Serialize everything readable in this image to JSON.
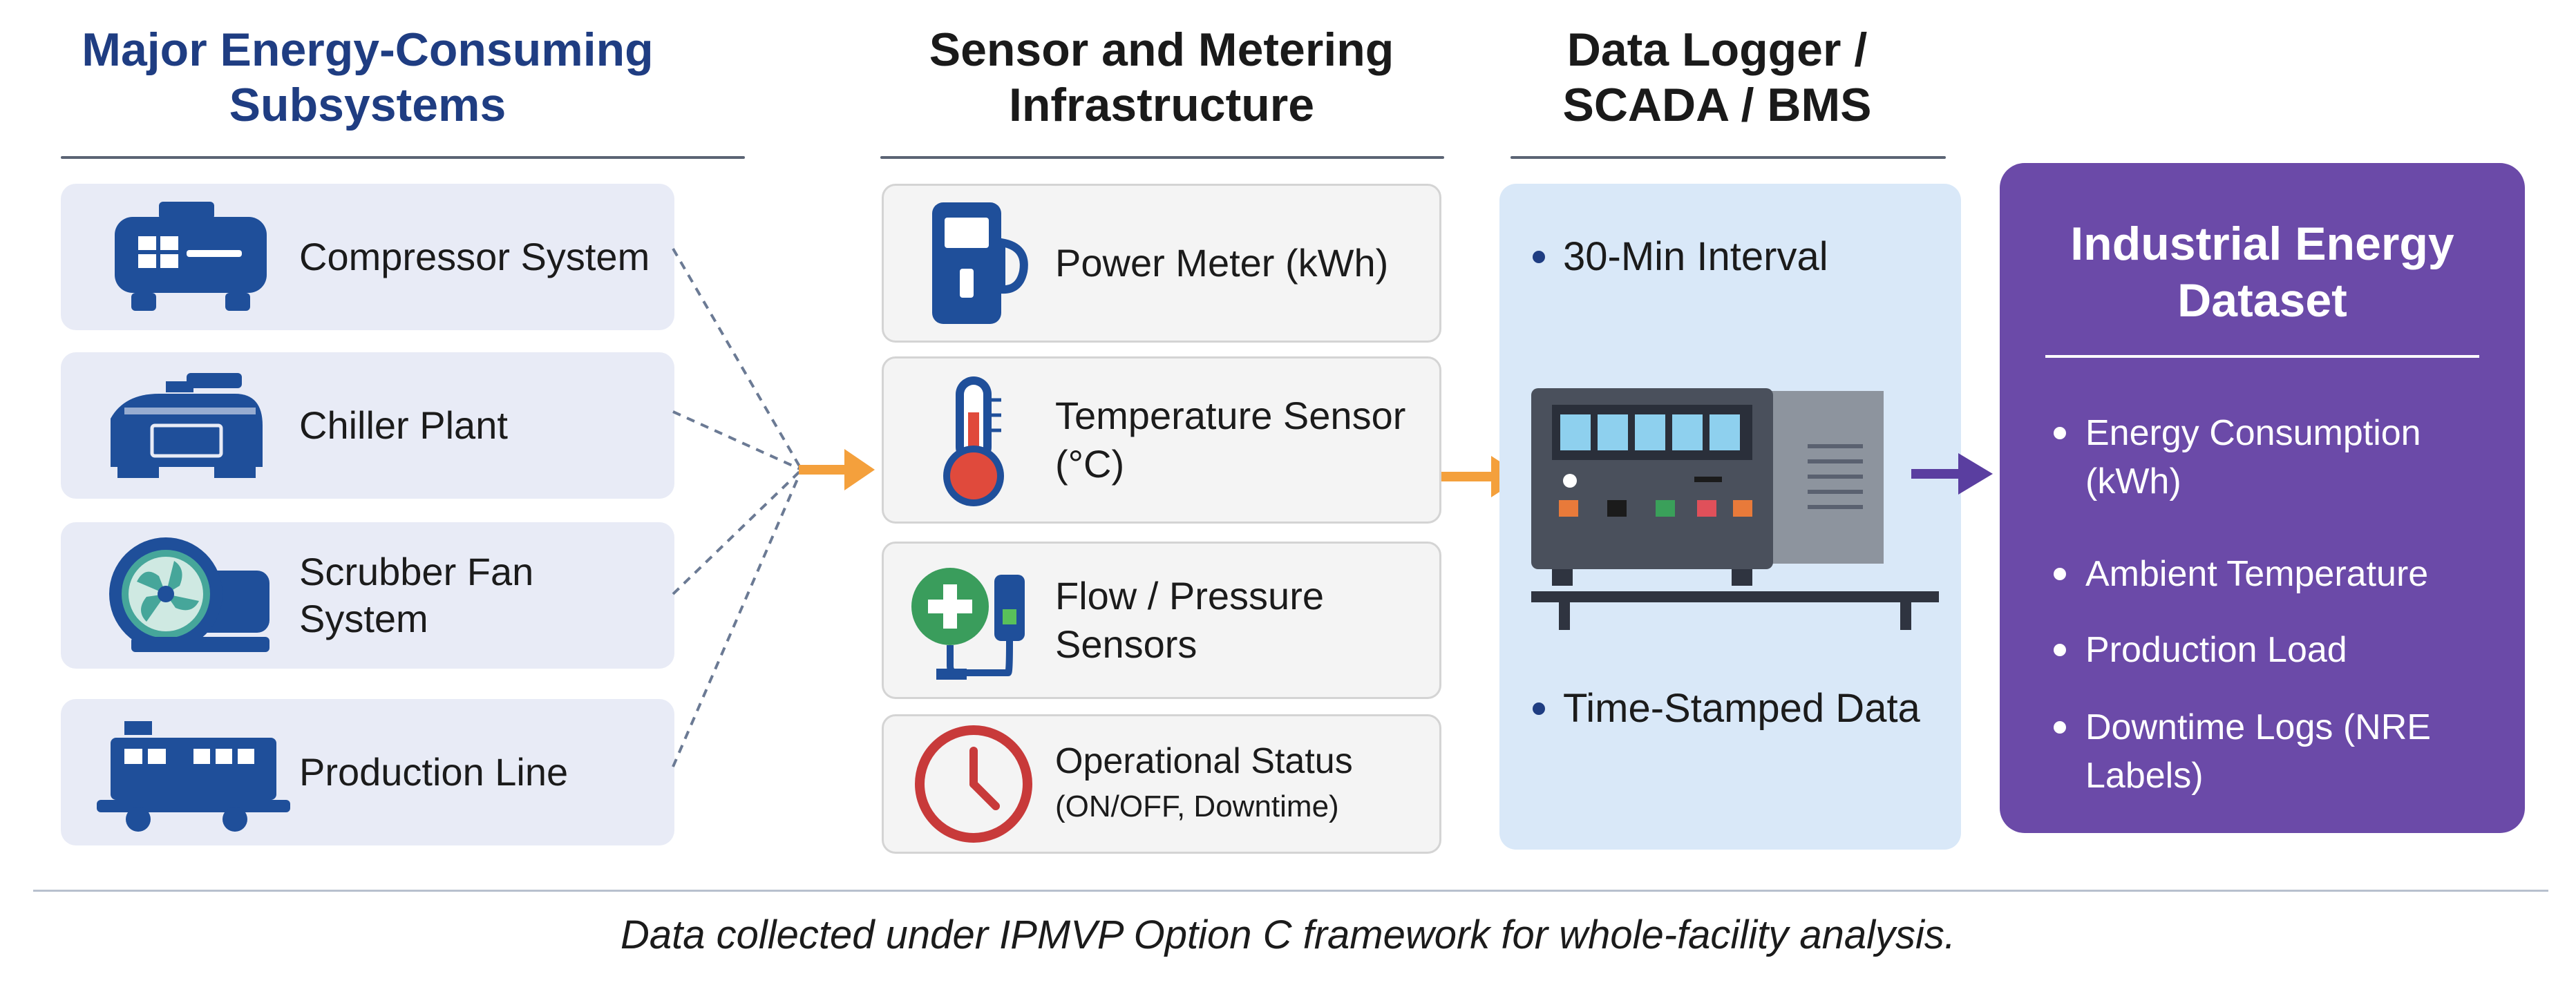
{
  "columns": {
    "subsystems_title": "Major Energy-Consuming Subsystems",
    "sensors_title": "Sensor and Metering Infrastructure",
    "logger_title": "Data Logger / SCADA / BMS"
  },
  "subsystems": [
    {
      "label": "Compressor System",
      "icon": "compressor-icon"
    },
    {
      "label": "Chiller Plant",
      "icon": "chiller-icon"
    },
    {
      "label": "Scrubber Fan System",
      "icon": "fan-icon"
    },
    {
      "label": "Production Line",
      "icon": "production-line-icon"
    }
  ],
  "sensors": [
    {
      "label": "Power Meter (kWh)",
      "icon": "power-meter-icon"
    },
    {
      "label": "Temperature Sensor (°C)",
      "icon": "thermometer-icon"
    },
    {
      "label": "Flow / Pressure Sensors",
      "icon": "flow-pressure-icon"
    },
    {
      "label_line1": "Operational Status",
      "label_line2": "(ON/OFF, Downtime)",
      "icon": "clock-icon"
    }
  ],
  "logger": {
    "interval": "30-Min Interval",
    "timestamp": "Time-Stamped Data",
    "icon": "data-logger-device-icon"
  },
  "dataset": {
    "title": "Industrial Energy Dataset",
    "items": [
      "Energy Consumption (kWh)",
      "Ambient Temperature",
      "Production Load",
      "Downtime Logs (NRE Labels)"
    ]
  },
  "caption": "Data collected under IPMVP Option C framework for whole-facility analysis.",
  "colors": {
    "navy": "#1f3d82",
    "arrow_orange": "#f4a03c",
    "arrow_purple": "#5a3ea0",
    "dataset_purple": "#6b4aa8",
    "logger_bg": "#d9e8f8",
    "subsystem_bg": "#e8ebf6"
  }
}
